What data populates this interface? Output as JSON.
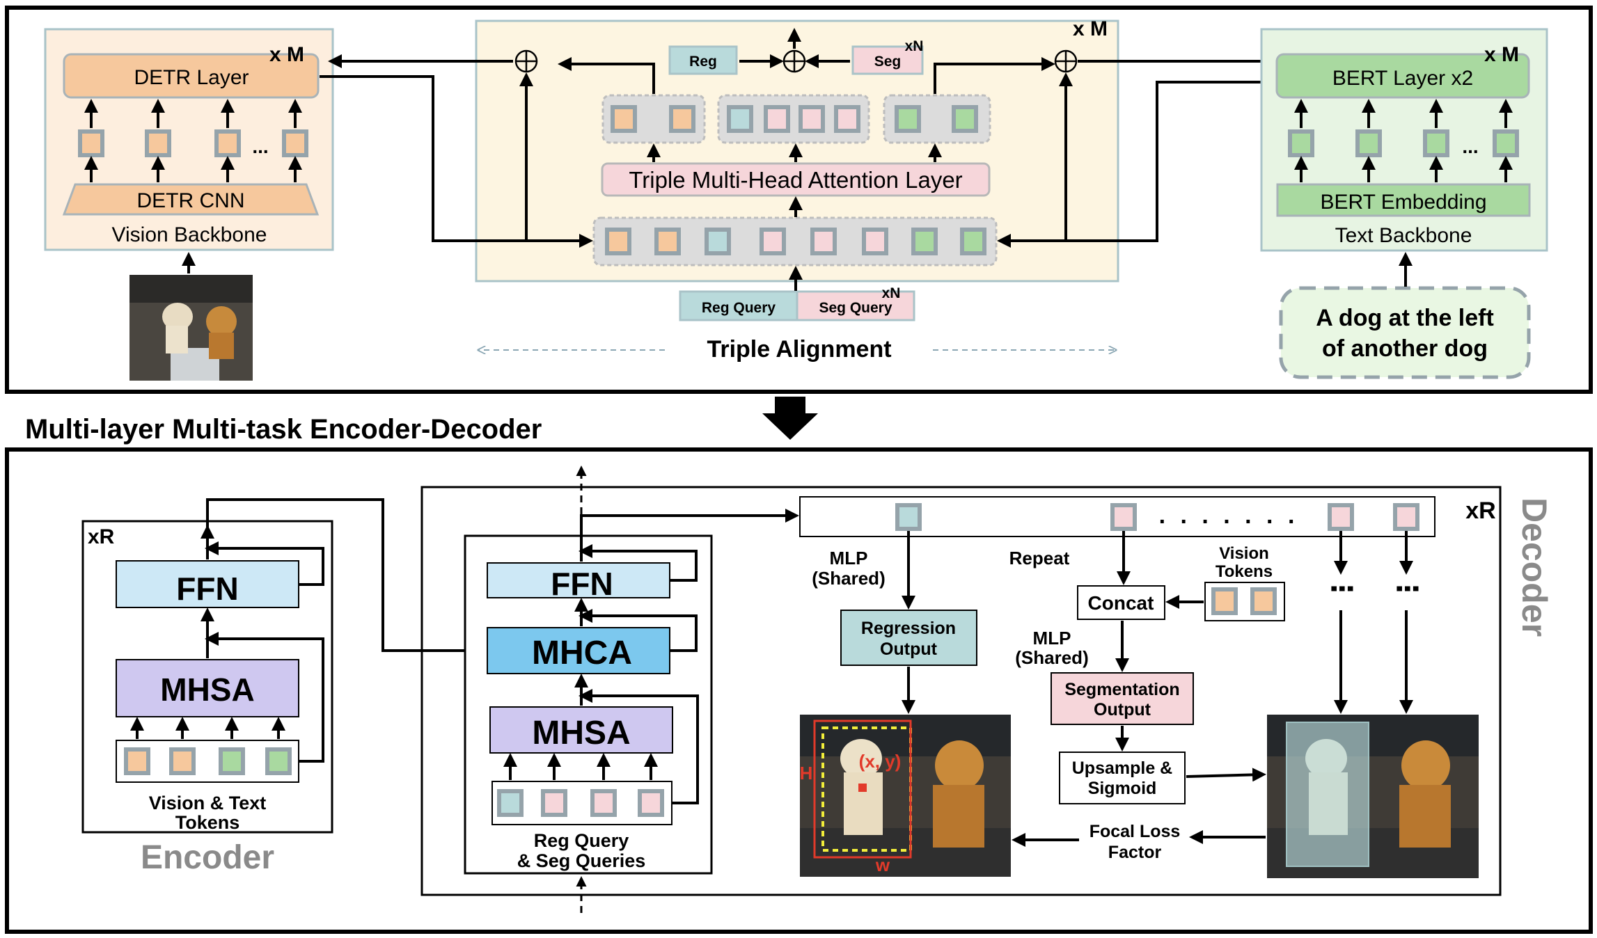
{
  "top_panel": {
    "vision_backbone": {
      "repeat": "x M",
      "layer": "DETR Layer",
      "cnn": "DETR CNN",
      "caption": "Vision Backbone",
      "ellipsis": "..."
    },
    "text_backbone": {
      "repeat": "x M",
      "layer": "BERT Layer x2",
      "embedding": "BERT Embedding",
      "caption": "Text Backbone",
      "ellipsis": "...",
      "expression_line1": "A dog at the left",
      "expression_line2": "of another dog"
    },
    "fusion": {
      "repeat": "x M",
      "reg": "Reg",
      "seg": "Seg",
      "seg_repeat": "xN",
      "attention": "Triple Multi-Head Attention Layer",
      "reg_query": "Reg Query",
      "seg_query": "Seg Query",
      "query_repeat": "xN",
      "alignment": "Triple Alignment"
    }
  },
  "section_title": "Multi-layer Multi-task Encoder-Decoder",
  "encoder": {
    "repeat": "xR",
    "ffn": "FFN",
    "mhsa": "MHSA",
    "tokens_line1": "Vision & Text",
    "tokens_line2": "Tokens",
    "title": "Encoder"
  },
  "decoder": {
    "title": "Decoder",
    "repeat": "xR",
    "ffn": "FFN",
    "mhca": "MHCA",
    "mhsa": "MHSA",
    "queries_line1": "Reg Query",
    "queries_line2": "& Seg Queries",
    "dots": ". . . . . . .",
    "mlp1_line1": "MLP",
    "mlp1_line2": "(Shared)",
    "repeat_label": "Repeat",
    "vision_tokens_line1": "Vision",
    "vision_tokens_line2": "Tokens",
    "concat": "Concat",
    "mlp2_line1": "MLP",
    "mlp2_line2": "(Shared)",
    "regression_line1": "Regression",
    "regression_line2": "Output",
    "segmentation_line1": "Segmentation",
    "segmentation_line2": "Output",
    "upsample_line1": "Upsample &",
    "upsample_line2": "Sigmoid",
    "focal_line1": "Focal Loss",
    "focal_line2": "Factor",
    "vdots": "⋮",
    "box_h": "H",
    "box_xy": "(x, y)",
    "box_w": "w"
  },
  "colors": {
    "vision": "#f6c89d",
    "text": "#a9d9a0",
    "reg": "#b9dadb",
    "seg": "#f6d6da",
    "ffn": "#cde8f6",
    "mhca": "#7cc8ee",
    "mhsa": "#cfc8f0",
    "fusion_bg": "#fdf5e1",
    "vision_bg": "#fdeede",
    "text_bg": "#e7f4e3"
  }
}
